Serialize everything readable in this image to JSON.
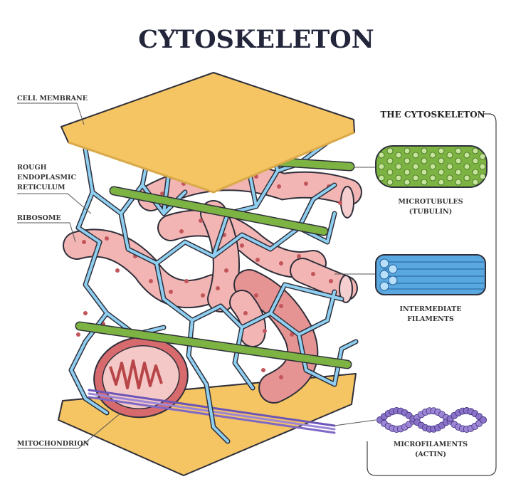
{
  "title": "CYTOSKELETON",
  "left_labels": {
    "cell_membrane": "CELL MEMBRANE",
    "rough_er": [
      "ROUGH",
      "ENDOPLASMIC",
      "RETICULUM"
    ],
    "ribosome": "RIBOSOME",
    "mitochondrion": "MITOCHONDRION"
  },
  "panel": {
    "header": "THE CYTOSKELETON",
    "microtubules": [
      "MICROTUBULES",
      "(TUBULIN)"
    ],
    "intermediate": [
      "INTERMEDIATE",
      "FILAMENTS"
    ],
    "microfilaments": [
      "MICROFILAMENTS",
      "(ACTIN)"
    ]
  },
  "colors": {
    "membrane": "#f5c563",
    "er": "#f2b5b4",
    "mitochondrion": "#d76a6d",
    "microtubule": "#7cb342",
    "intermediate_filament": "#5aa8e0",
    "microfilament": "#9d85d6",
    "outline": "#2f2f3a"
  }
}
